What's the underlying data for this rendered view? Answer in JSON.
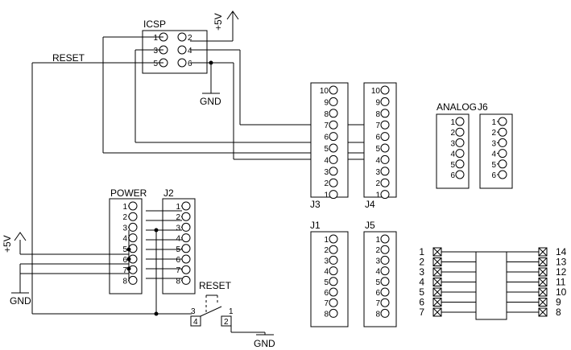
{
  "labels": {
    "icsp": "ICSP",
    "reset_net": "RESET",
    "gnd_icsp": "GND",
    "v5_top": "+5V",
    "j3": "J3",
    "j4": "J4",
    "analog": "ANALOG",
    "j6": "J6",
    "power": "POWER",
    "j2": "J2",
    "v5_left": "+5V",
    "gnd_left": "GND",
    "reset_sw": "RESET",
    "gnd_sw": "GND",
    "j1": "J1",
    "j5": "J5",
    "sw_pin3": "3",
    "sw_pin4": "4",
    "sw_pin1": "1",
    "sw_pin2": "2"
  },
  "icsp_pins_left": [
    "1",
    "3",
    "5"
  ],
  "icsp_pins_right": [
    "2",
    "4",
    "6"
  ],
  "j3_pins": [
    "10",
    "9",
    "8",
    "7",
    "6",
    "5",
    "4",
    "3",
    "2",
    "1"
  ],
  "j4_pins": [
    "10",
    "9",
    "8",
    "7",
    "6",
    "5",
    "4",
    "3",
    "2",
    "1"
  ],
  "analog_pins": [
    "1",
    "2",
    "3",
    "4",
    "5",
    "6"
  ],
  "j6_pins": [
    "1",
    "2",
    "3",
    "4",
    "5",
    "6"
  ],
  "power_pins": [
    "1",
    "2",
    "3",
    "4",
    "5",
    "6",
    "7",
    "8"
  ],
  "j2_pins": [
    "1",
    "2",
    "3",
    "4",
    "5",
    "6",
    "7",
    "8"
  ],
  "j1_pins": [
    "1",
    "2",
    "3",
    "4",
    "5",
    "6",
    "7",
    "8"
  ],
  "j5_pins": [
    "1",
    "2",
    "3",
    "4",
    "5",
    "6",
    "7",
    "8"
  ],
  "ic_left_pins": [
    "1",
    "2",
    "3",
    "4",
    "5",
    "6",
    "7"
  ],
  "ic_right_pins": [
    "14",
    "13",
    "12",
    "11",
    "10",
    "9",
    "8"
  ]
}
